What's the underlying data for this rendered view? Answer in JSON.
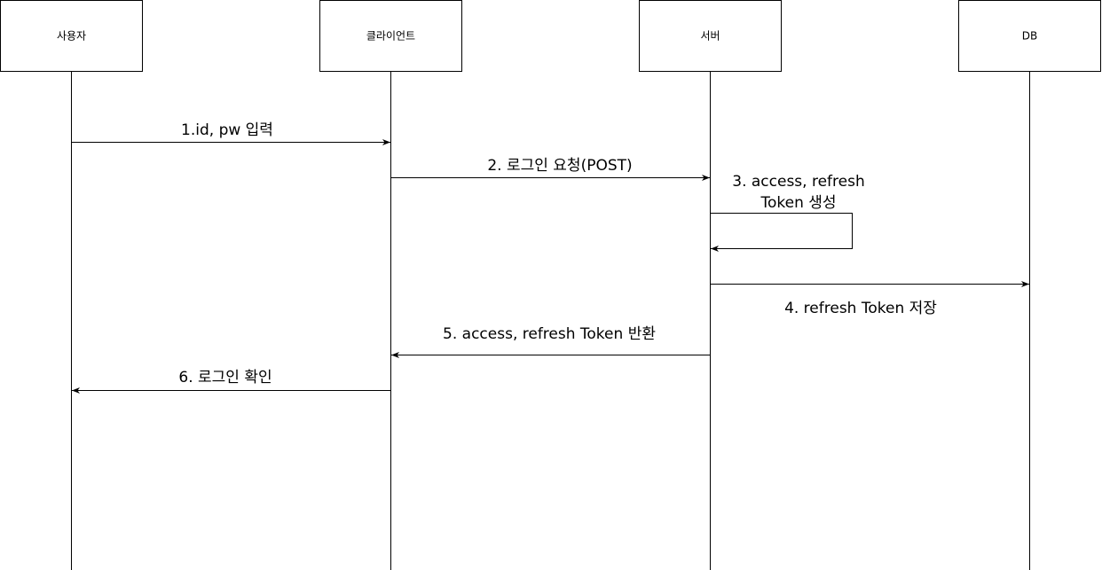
{
  "actors": [
    {
      "name": "사용자"
    },
    {
      "name": "클라이언트"
    },
    {
      "name": "서버"
    },
    {
      "name": "DB"
    }
  ],
  "messages": [
    {
      "id": "m1",
      "label_lines": [
        "1.id, pw 입력"
      ],
      "from": "사용자",
      "to": "클라이언트"
    },
    {
      "id": "m2",
      "label_lines": [
        "2. 로그인 요청(POST)"
      ],
      "from": "클라이언트",
      "to": "서버"
    },
    {
      "id": "m3",
      "label_lines": [
        "3. access, refresh",
        "Token 생성"
      ],
      "from": "서버",
      "to": "서버"
    },
    {
      "id": "m4",
      "label_lines": [
        "4. refresh Token 저장"
      ],
      "from": "서버",
      "to": "DB"
    },
    {
      "id": "m5",
      "label_lines": [
        "5. access, refresh Token 반환"
      ],
      "from": "서버",
      "to": "클라이언트"
    },
    {
      "id": "m6",
      "label_lines": [
        "6. 로그인 확인"
      ],
      "from": "클라이언트",
      "to": "사용자"
    }
  ]
}
